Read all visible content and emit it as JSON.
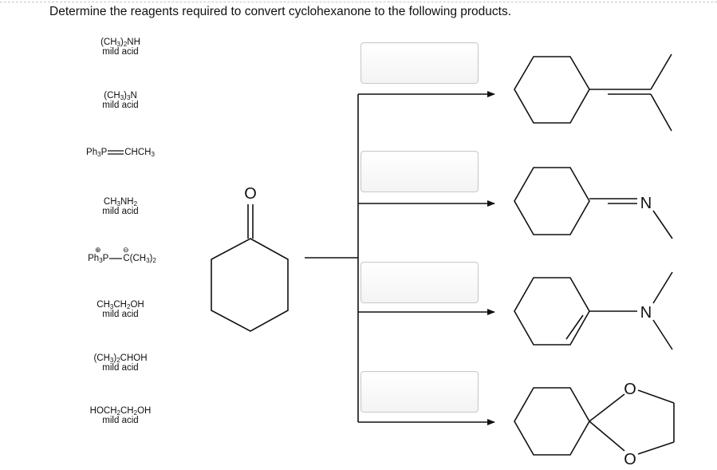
{
  "question": "Determine the reagents required to convert cyclohexanone to the following products.",
  "reagents": [
    {
      "formula": "(CH3)2NH",
      "condition": "mild acid"
    },
    {
      "formula": "(CH3)3N",
      "condition": "mild acid"
    },
    {
      "formula": "Ph3P=CHCH3",
      "condition": ""
    },
    {
      "formula": "CH3NH2",
      "condition": "mild acid"
    },
    {
      "formula": "Ph3P–C(CH3)2",
      "condition": ""
    },
    {
      "formula": "CH3CH2OH",
      "condition": "mild acid"
    },
    {
      "formula": "(CH3)2CHOH",
      "condition": "mild acid"
    },
    {
      "formula": "HOCH2CH2OH",
      "condition": "mild acid"
    }
  ],
  "structure_labels": {
    "carbonyl_oxygen": "O",
    "imine_nitrogen": "N",
    "enamine_nitrogen": "N",
    "ketal_oxygen_top": "O",
    "ketal_oxygen_bottom": "O"
  },
  "answer_boxes": [
    "",
    "",
    "",
    ""
  ],
  "colors": {
    "line": "#111111",
    "box_border": "#c9c9c9"
  }
}
